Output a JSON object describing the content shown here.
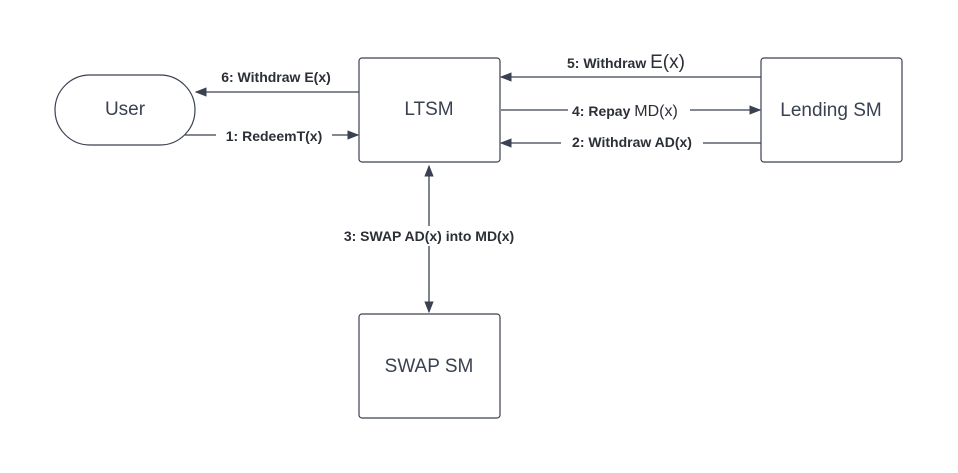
{
  "nodes": {
    "user": "User",
    "ltsm": "LTSM",
    "lending": "Lending SM",
    "swap": "SWAP SM"
  },
  "edges": {
    "e6": "6: Withdraw E(x)",
    "e1": "1: RedeemT(x)",
    "e5_prefix": "5: Withdraw ",
    "e5_suffix": "E(x)",
    "e4_prefix": "4: Repay ",
    "e4_suffix": "MD(x)",
    "e2": "2: Withdraw AD(x)",
    "e3": "3: SWAP AD(x) into MD(x)"
  },
  "colors": {
    "stroke": "#3a4150",
    "text": "#2b2f36",
    "background": "#ffffff"
  }
}
